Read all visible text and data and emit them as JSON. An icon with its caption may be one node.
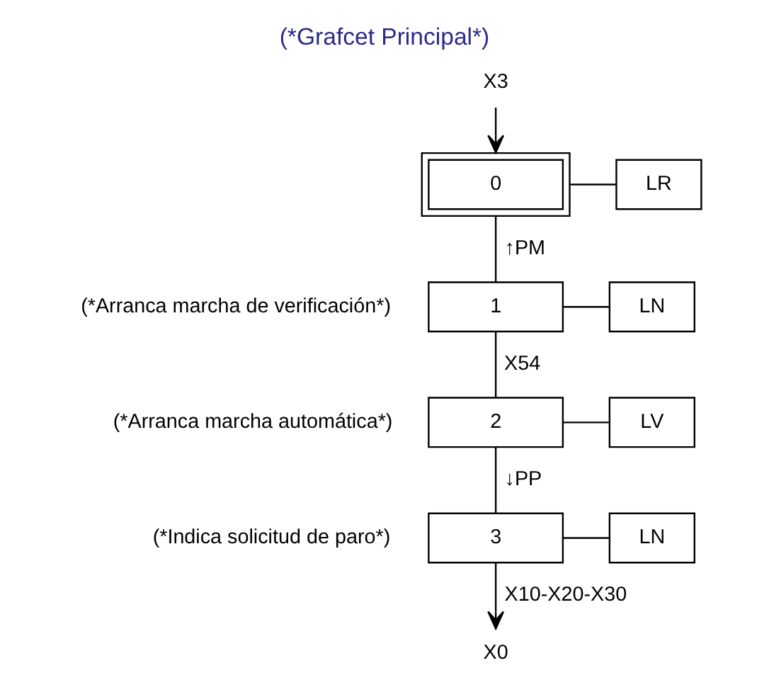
{
  "diagram": {
    "title": "(*Grafcet Principal*)",
    "nodes": [
      {
        "text": [
          "X3"
        ]
      },
      {
        "text": [
          "0"
        ]
      },
      {
        "text": [
          "LR"
        ]
      },
      {
        "text": [
          "1"
        ],
        "beside": [
          "(*Arranca marcha de verificación*)"
        ]
      },
      {
        "text": [
          "LN"
        ]
      },
      {
        "text": [
          "2"
        ],
        "beside": [
          "(*Arranca marcha automática*)"
        ]
      },
      {
        "text": [
          "LV"
        ]
      },
      {
        "text": [
          "3"
        ],
        "beside": [
          "(*Indica solicitud de paro*)"
        ]
      },
      {
        "text": [
          "LN"
        ]
      },
      {
        "text": [
          "X0"
        ]
      }
    ],
    "edges": [
      {
        "from": 0,
        "to": 1,
        "arrow": "to"
      },
      {
        "from": 1,
        "to": 2,
        "arrow": "none"
      },
      {
        "from": 1,
        "to": 3,
        "arrow": "none",
        "label": "↑PM"
      },
      {
        "from": 3,
        "to": 4,
        "arrow": "none"
      },
      {
        "from": 3,
        "to": 5,
        "arrow": "none",
        "label": "X54"
      },
      {
        "from": 5,
        "to": 6,
        "arrow": "none"
      },
      {
        "from": 5,
        "to": 7,
        "arrow": "none",
        "label": "↓PP"
      },
      {
        "from": 7,
        "to": 8,
        "arrow": "none"
      },
      {
        "from": 7,
        "to": 9,
        "arrow": "to",
        "label": "X10-X20-X30"
      }
    ]
  }
}
